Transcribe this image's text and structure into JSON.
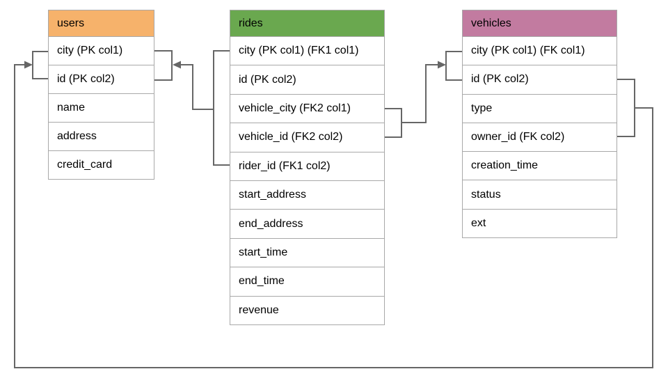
{
  "diagram": {
    "connector_color": "#666666",
    "table_border_color": "#a8a8a8",
    "tables": [
      {
        "id": "users",
        "title": "users",
        "header_color": "#f6b26b",
        "rows": [
          "city (PK col1)",
          "id (PK col2)",
          "name",
          "address",
          "credit_card"
        ]
      },
      {
        "id": "rides",
        "title": "rides",
        "header_color": "#6aa84f",
        "rows": [
          "city (PK col1) (FK1 col1)",
          "id (PK col2)",
          "vehicle_city (FK2 col1)",
          "vehicle_id (FK2 col2)",
          "rider_id (FK1 col2)",
          "start_address",
          "end_address",
          "start_time",
          "end_time",
          "revenue"
        ]
      },
      {
        "id": "vehicles",
        "title": "vehicles",
        "header_color": "#c27ba0",
        "rows": [
          "city (PK col1) (FK col1)",
          "id (PK col2)",
          "type",
          "owner_id (FK col2)",
          "creation_time",
          "status",
          "ext"
        ]
      }
    ],
    "relationships": [
      {
        "name": "rides-to-users",
        "from_table": "rides",
        "to_table": "users"
      },
      {
        "name": "rides-to-vehicles",
        "from_table": "rides",
        "to_table": "vehicles"
      },
      {
        "name": "vehicles-to-users",
        "from_table": "vehicles",
        "to_table": "users"
      }
    ]
  }
}
